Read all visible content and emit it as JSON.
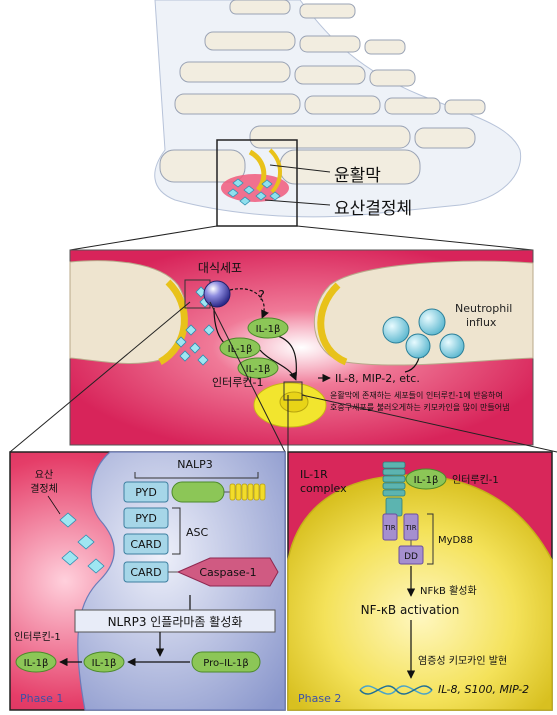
{
  "foot": {
    "synovium_label": "윤활막",
    "crystal_label": "요산결정체"
  },
  "joint": {
    "macrophage_label": "대식세포",
    "question_mark": "?",
    "il1b": "IL-1β",
    "interleukin_label": "인터루킨-1",
    "chemokines": "IL-8, MIP-2, etc.",
    "neutrophil_line1": "Neutrophil",
    "neutrophil_line2": "influx",
    "note_line1": "윤활막에 존재하는 세포들이 인터루킨-1에 반응하여",
    "note_line2": "호중구세포를 불러오게하는 키모카인을 많이 만들어냄"
  },
  "phase1": {
    "crystal_line1": "요산",
    "crystal_line2": "결정체",
    "nalp3": "NALP3",
    "pyd": "PYD",
    "asc": "ASC",
    "card": "CARD",
    "caspase": "Caspase-1",
    "inflammasome": "NLRP3 인플라마좀 활성화",
    "interleukin_label": "인터루킨-1",
    "il1b": "IL-1β",
    "pro_il1b": "Pro–IL-1β",
    "phase_label": "Phase 1"
  },
  "phase2": {
    "receptor_line1": "IL-1R",
    "receptor_line2": "complex",
    "il1b": "IL-1β",
    "interleukin_label": "인터루킨-1",
    "tir": "TIR",
    "myd88": "MyD88",
    "dd": "DD",
    "nfkb_korean": "NFkB 활성화",
    "nfkb": "NF-κB activation",
    "chemokine_expression": "염증성 키모카인 발현",
    "genes": "IL-8, S100, MIP-2",
    "phase_label": "Phase 2"
  },
  "colors": {
    "inflammation": "#e23a64",
    "bone": "#ede3cf",
    "yellow": "#f2dc2a",
    "green": "#8cc657",
    "cyan_crystal": "#7fd8e6",
    "panel_blue": "#4a66b0",
    "phase1_bg": "#dde0f0"
  }
}
